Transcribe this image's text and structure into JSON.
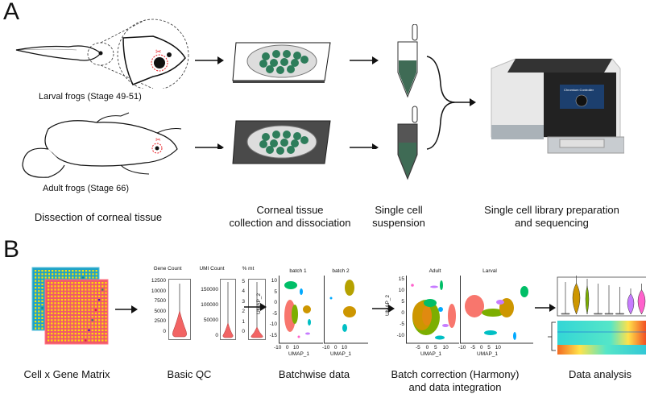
{
  "panel_a": {
    "label": "A",
    "larval_label": "Larval frogs (Stage 49-51)",
    "adult_label": "Adult frogs (Stage 66)",
    "steps": [
      {
        "caption_line1": "Dissection of corneal tissue",
        "caption_line2": ""
      },
      {
        "caption_line1": "Corneal tissue",
        "caption_line2": "collection and dissociation"
      },
      {
        "caption_line1": "Single cell",
        "caption_line2": "suspension"
      },
      {
        "caption_line1": "Single cell library preparation",
        "caption_line2": "and sequencing"
      }
    ],
    "instrument_screen_text": "Chromium Controller",
    "colors": {
      "scissors": "#e8242a",
      "dish_cells": "#2e7d5b",
      "dark_plate": "#4a4a4a"
    }
  },
  "panel_b": {
    "label": "B",
    "steps": [
      {
        "caption_line1": "Cell x Gene Matrix",
        "caption_line2": ""
      },
      {
        "caption_line1": "Basic QC",
        "caption_line2": ""
      },
      {
        "caption_line1": "Batchwise data",
        "caption_line2": ""
      },
      {
        "caption_line1": "Batch correction (Harmony)",
        "caption_line2": "and data integration"
      },
      {
        "caption_line1": "Data analysis",
        "caption_line2": ""
      }
    ],
    "matrix_colors": {
      "back": "#1fa3c6",
      "front": "#f05a68",
      "dot": "#ffe000"
    },
    "qc": {
      "panels": [
        {
          "title": "Gene Count",
          "ticks": [
            "12500",
            "10000",
            "7500",
            "5000",
            "2500",
            "0"
          ]
        },
        {
          "title": "UMI Count",
          "ticks": [
            "150000",
            "100000",
            "50000",
            "0"
          ]
        },
        {
          "title": "% mt",
          "ticks": [
            "5",
            "4",
            "3",
            "2",
            "1",
            "0"
          ]
        }
      ],
      "violin_color": "#f26464"
    },
    "batchwise": {
      "panels": [
        {
          "title": "batch 1",
          "xticks": [
            "-10",
            "0",
            "10"
          ]
        },
        {
          "title": "batch 2",
          "xticks": [
            "-10",
            "0",
            "10"
          ]
        }
      ],
      "yticks": [
        "10",
        "5",
        "0",
        "-5",
        "-10",
        "-15"
      ],
      "xlabel": "UMAP_1",
      "ylabel": "UMAP_2"
    },
    "integration": {
      "panels": [
        {
          "title": "Adult",
          "xticks": [
            "-5",
            "0",
            "5",
            "10"
          ]
        },
        {
          "title": "Larval",
          "xticks": [
            "-10",
            "-5",
            "0",
            "5",
            "10"
          ]
        }
      ],
      "yticks": [
        "15",
        "10",
        "5",
        "0",
        "-5",
        "-10"
      ],
      "xlabel": "UMAP_1",
      "ylabel": "UMAP_2"
    },
    "cluster_colors": [
      "#f8766d",
      "#cd9600",
      "#7cae00",
      "#00be67",
      "#00bfc4",
      "#00a9ff",
      "#c77cff",
      "#ff61cc"
    ],
    "analysis_violins": [
      {
        "color": "#999999"
      },
      {
        "color": "#cd9600"
      },
      {
        "color": "#7cae00"
      },
      {
        "color": "#999999"
      },
      {
        "color": "#999999"
      },
      {
        "color": "#999999"
      },
      {
        "color": "#c77cff"
      },
      {
        "color": "#ff61cc"
      }
    ]
  }
}
